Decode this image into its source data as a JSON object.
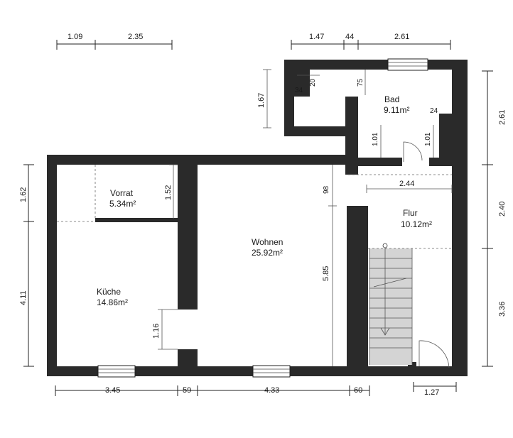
{
  "rooms": {
    "vorrat": {
      "name": "Vorrat",
      "area": "5.34m²"
    },
    "kueche": {
      "name": "Küche",
      "area": "14.86m²"
    },
    "wohnen": {
      "name": "Wohnen",
      "area": "25.92m²"
    },
    "bad": {
      "name": "Bad",
      "area": "9.11m²"
    },
    "flur": {
      "name": "Flur",
      "area": "10.12m²"
    }
  },
  "dimensions": {
    "top_left": [
      "1.09",
      "2.35"
    ],
    "top_right": [
      "1.47",
      "44",
      "2.61"
    ],
    "bottom": [
      "3.45",
      "59",
      "4.33",
      "60",
      "1.27"
    ],
    "left": [
      "1.62",
      "4.11"
    ],
    "right": [
      "2.61",
      "2.40",
      "3.36"
    ],
    "interior": {
      "bad_height": "1.67",
      "niche_20": "20",
      "niche_34": "34",
      "bad_75": "75",
      "bad_24": "24",
      "bad_door_left": "1.01",
      "bad_door_right": "1.01",
      "vorrat_height": "1.52",
      "wohnen_98": "98",
      "wohnen_height": "5.85",
      "flur_width": "2.44",
      "kueche_opening": "1.16"
    }
  },
  "colors": {
    "wall": "#2a2a2a",
    "stair": "#d4d4d4"
  }
}
